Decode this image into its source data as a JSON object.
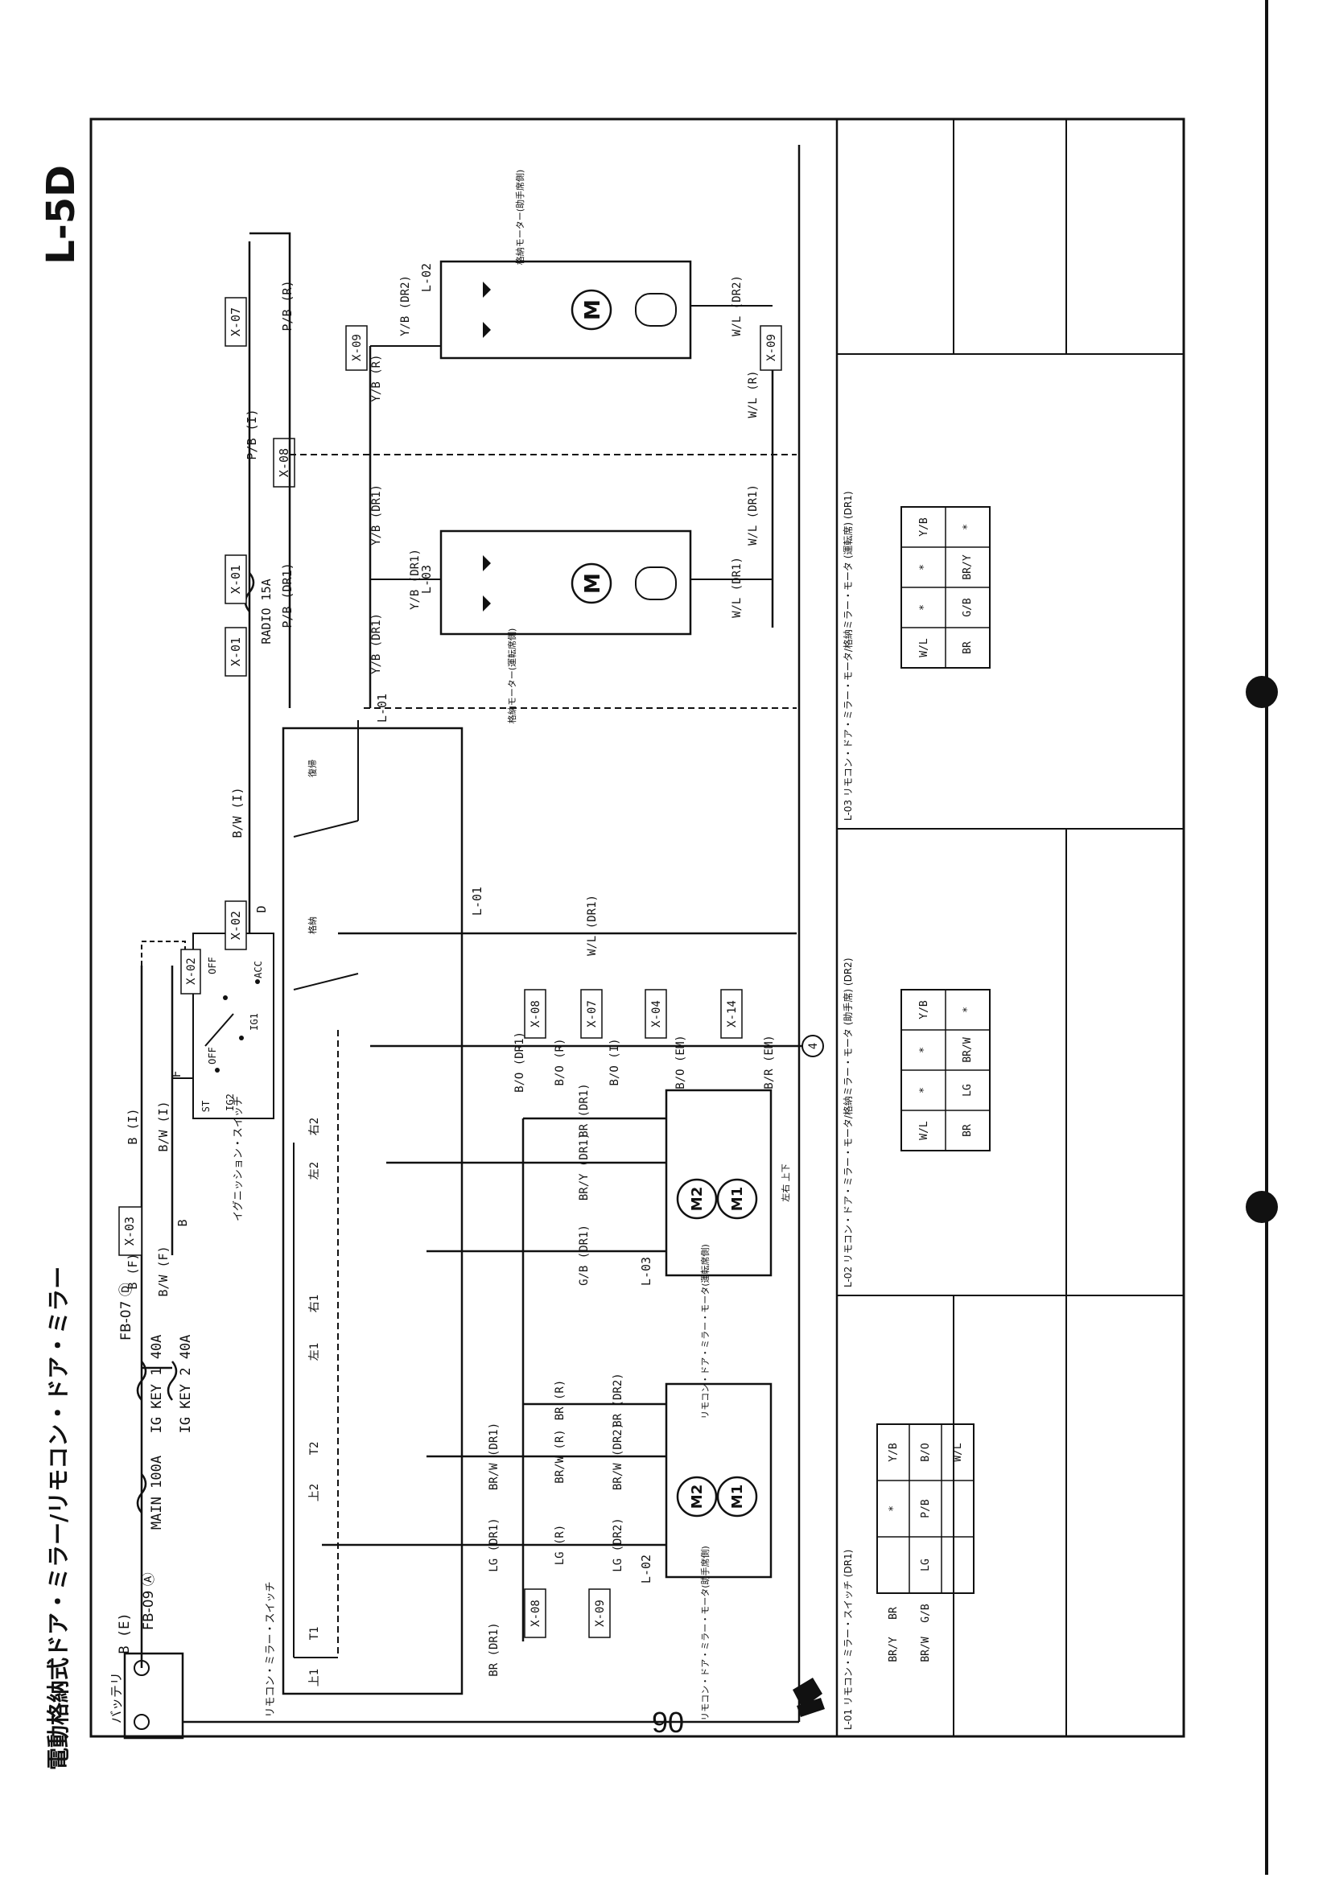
{
  "page": {
    "page_code": "L-5D",
    "title": "電動格納式ドア・ミラー/リモコン・ドア・ミラー",
    "page_number": "90"
  },
  "power": {
    "battery": "バッテリ",
    "fb09": "FB-09 Ⓐ",
    "main_fuse": "MAIN 100A",
    "fb07": "FB-07 Ⓓ",
    "ig_key1": "IG KEY 1 40A",
    "ig_key2": "IG KEY 2 40A",
    "wire_b_e": "B (E)",
    "wire_b_f": "B (F)",
    "wire_bw_f": "B/W (F)",
    "wire_b_i": "B (I)",
    "wire_bw_i": "B/W (I)",
    "wire_b": "B",
    "x03": "X-03"
  },
  "ignition": {
    "label": "イグニッション・スイッチ",
    "x02_top": "X-02",
    "x02": "X-02",
    "pos_off": "OFF",
    "pos_acc": "ACC",
    "pos_ig1": "IG1",
    "pos_ig2": "IG2",
    "pos_st": "ST",
    "term_f": "F",
    "term_d": "D",
    "wire_bw": "B/W (I)",
    "x01": "X-01",
    "x01b": "X-01",
    "radio_fuse": "RADIO 15A",
    "wire_pb_dr1": "P/B (DR1)",
    "wire_pb_i": "P/B (I)",
    "wire_pb_r": "P/B (R)",
    "x07": "X-07",
    "x08": "X-08"
  },
  "switch": {
    "label": "リモコン・ミラー・スイッチ",
    "t1": "T1",
    "t2": "T2",
    "u1": "上1",
    "u2": "上2",
    "l1": "左1",
    "l2": "左2",
    "r1": "右1",
    "r2": "右2",
    "retract": "格納",
    "return": "復帰",
    "conn": "L-01",
    "conn_b": "L-01"
  },
  "mirror_l03": {
    "conn": "L-03",
    "label": "格納モーター(運転席側)",
    "wire_yb_dr1": "Y/B (DR1)",
    "wire_wl_dr1": "W/L (DR1)"
  },
  "mirror_l02": {
    "conn": "L-02",
    "label": "格納モーター(助手席側)",
    "wire_yb_dr2": "Y/B (DR2)",
    "wire_wl_dr2": "W/L (DR2)",
    "x09a": "X-09",
    "x09b": "X-09",
    "wire_yb_r": "Y/B (R)",
    "wire_wl_r": "W/L (R)"
  },
  "wires_mid": {
    "wl_dr1": "W/L (DR1)",
    "bo_dr1": "B/O (DR1)",
    "bo_r": "B/O (R)",
    "bo_i": "B/O (I)",
    "bo_em": "B/O (EM)",
    "br_em": "B/R (EM)",
    "x08": "X-08",
    "x07": "X-07",
    "x04": "X-04",
    "x14": "X-14",
    "ground_no": "4"
  },
  "remote_mirror_dr": {
    "conn": "L-03",
    "label": "リモコン・ドア・ミラー・モータ(運転席側)",
    "wire_br": "BR (DR1)",
    "wire_bry": "BR/Y (DR1)",
    "wire_gb": "G/B (DR1)",
    "m1": "M1",
    "m2": "M2",
    "dir": "左右 上下"
  },
  "remote_mirror_as": {
    "conn": "L-02",
    "label": "リモコン・ドア・ミラー・モータ(助手席側)",
    "wire_br_r": "BR (R)",
    "wire_br_dr2": "BR (DR2)",
    "wire_brw_dr1": "BR/W (DR1)",
    "wire_brw_r": "BR/W (R)",
    "wire_brw_dr2": "BR/W (DR2)",
    "wire_lg_dr1": "LG (DR1)",
    "wire_lg_r": "LG (R)",
    "wire_lg_dr2": "LG (DR2)",
    "wire_br_dr1": "BR (DR1)",
    "x08": "X-08",
    "x09": "X-09",
    "m1": "M1",
    "m2": "M2"
  },
  "connectors": {
    "l01": {
      "caption": "L-01 リモコン・ミラー・スイッチ (DR1)",
      "cells": [
        "BR/Y",
        "BR",
        "",
        "*",
        "Y/B",
        "BR/W",
        "G/B",
        "LG",
        "P/B",
        "B/O",
        "W/L"
      ]
    },
    "l02": {
      "caption": "L-02 リモコン・ドア・ミラー・モータ/格納ミラー・モータ (助手席) (DR2)",
      "cells": [
        "W/L",
        "*",
        "*",
        "Y/B",
        "*",
        "BR",
        "LG",
        "BR/W"
      ]
    },
    "l03": {
      "caption": "L-03 リモコン・ドア・ミラー・モータ/格納ミラー・モータ (運転席) (DR1)",
      "cells": [
        "W/L",
        "*",
        "*",
        "Y/B",
        "*",
        "BR",
        "G/B",
        "BR/Y"
      ]
    }
  }
}
